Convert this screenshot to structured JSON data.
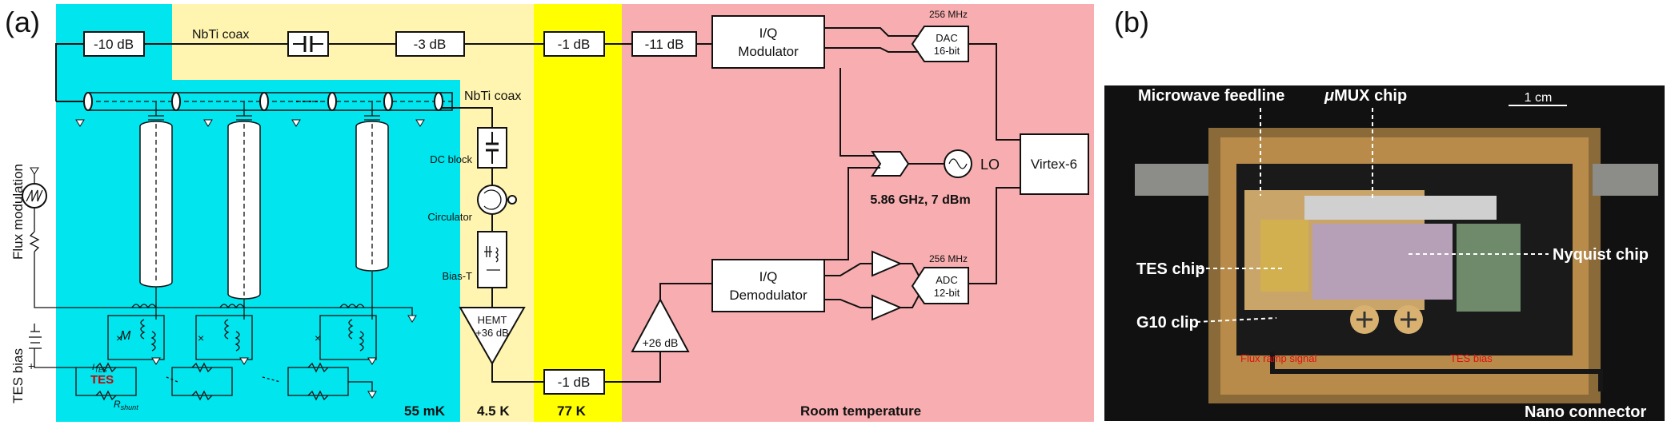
{
  "panel_a": {
    "label": "(a)",
    "stages": {
      "mk55": "55 mK",
      "k45": "4.5 K",
      "k77": "77 K",
      "room": "Room temperature"
    },
    "colors": {
      "mk55": "#00e5ee",
      "k45": "#fff5b0",
      "k77": "#ffff00",
      "room": "#f8aeb0"
    },
    "top_chain": {
      "att_10": "-10 dB",
      "coax_top": "NbTi coax",
      "att_3": "-3 dB",
      "att_1_top": "-1 dB",
      "att_11": "-11 dB"
    },
    "iq_mod": [
      "I/Q",
      "Modulator"
    ],
    "iq_demod": [
      "I/Q",
      "Demodulator"
    ],
    "dac": {
      "freq": "256 MHz",
      "name": "DAC",
      "bits": "16-bit"
    },
    "adc": {
      "freq": "256 MHz",
      "name": "ADC",
      "bits": "12-bit"
    },
    "virtex": "Virtex-6",
    "lo": {
      "label": "LO",
      "spec": "5.86 GHz, 7 dBm"
    },
    "coax_right": "NbTi coax",
    "dc_block": "DC block",
    "circulator": "Circulator",
    "bias_t": "Bias-T",
    "hemt": {
      "name": "HEMT",
      "gain": "+36 dB"
    },
    "amp_room": "+26 dB",
    "att_1_bottom": "-1 dB",
    "flux_modulation": "Flux modulation",
    "tes_bias": "TES bias",
    "tes": "TES",
    "i_tes": "I",
    "i_tes_sub": "TES",
    "r_shunt": "R",
    "r_shunt_sub": "shunt",
    "mutual": "M"
  },
  "panel_b": {
    "label": "(b)",
    "scale": "1 cm",
    "microwave_feedline": "Microwave feedline",
    "mumux_prefix": "μ",
    "mumux_chip": "MUX chip",
    "tes_chip": "TES chip",
    "nyquist_chip": "Nyquist chip",
    "g10_clip": "G10 clip",
    "flux_ramp_signal": "Flux ramp signal",
    "tes_bias_red": "TES bias",
    "nano_connector": "Nano connector"
  }
}
